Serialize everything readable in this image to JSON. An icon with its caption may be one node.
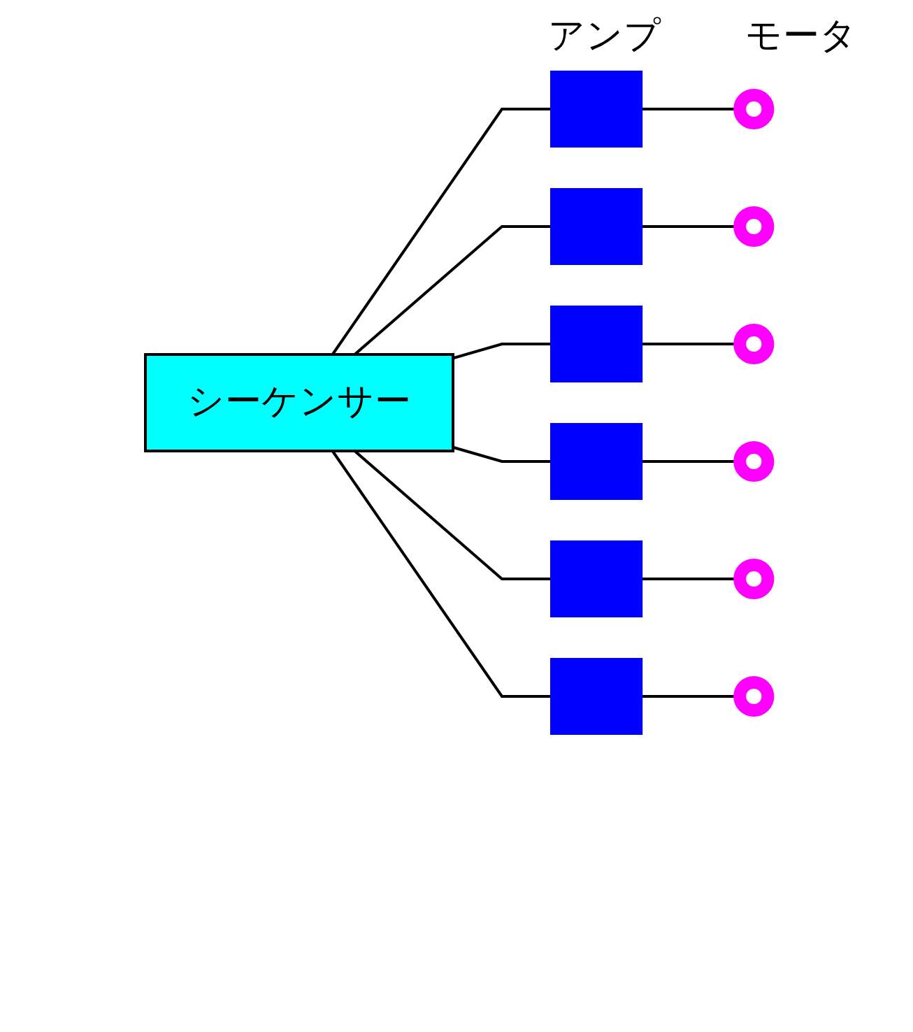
{
  "diagram": {
    "nodes": [
      {
        "text": [
          "シーケンサー"
        ]
      },
      {
        "text": [],
        "shape": "box"
      },
      {
        "text": [],
        "shape": "box"
      },
      {
        "text": [],
        "shape": "box"
      },
      {
        "text": [],
        "shape": "box"
      },
      {
        "text": [],
        "shape": "box"
      },
      {
        "text": [],
        "shape": "box"
      },
      {
        "text": [],
        "shape": "circle"
      },
      {
        "text": [],
        "shape": "circle"
      },
      {
        "text": [],
        "shape": "circle"
      },
      {
        "text": [],
        "shape": "circle"
      },
      {
        "text": [],
        "shape": "circle"
      },
      {
        "text": [],
        "shape": "circle"
      }
    ],
    "edges": [
      {
        "from": 0,
        "to": 1,
        "arrow": "none"
      },
      {
        "from": 0,
        "to": 2,
        "arrow": "none"
      },
      {
        "from": 0,
        "to": 3,
        "arrow": "none"
      },
      {
        "from": 0,
        "to": 4,
        "arrow": "none"
      },
      {
        "from": 0,
        "to": 5,
        "arrow": "none"
      },
      {
        "from": 0,
        "to": 6,
        "arrow": "none"
      },
      {
        "from": 1,
        "to": 7,
        "arrow": "none"
      },
      {
        "from": 2,
        "to": 8,
        "arrow": "none"
      },
      {
        "from": 3,
        "to": 9,
        "arrow": "none"
      },
      {
        "from": 4,
        "to": 10,
        "arrow": "none"
      },
      {
        "from": 5,
        "to": 11,
        "arrow": "none"
      },
      {
        "from": 6,
        "to": 12,
        "arrow": "none"
      }
    ],
    "labels": [
      "アンプ",
      "モータ"
    ]
  }
}
